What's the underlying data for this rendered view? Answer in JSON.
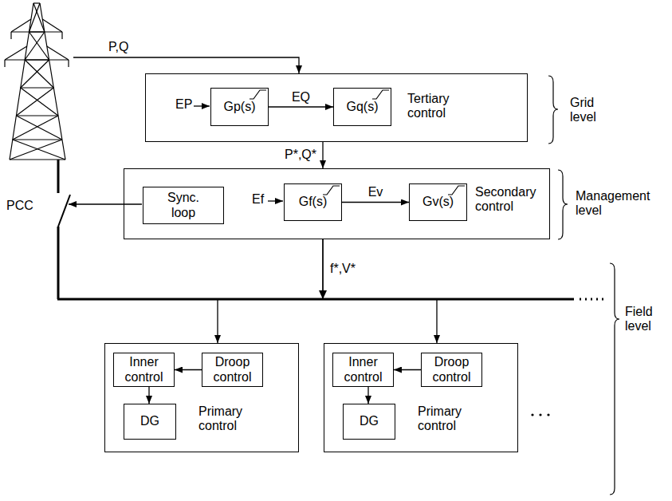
{
  "diagram": {
    "nodes": [
      {
        "text": [
          "Tertiary control"
        ]
      },
      {
        "text": [
          "Gp(s)"
        ],
        "in": 0
      },
      {
        "text": [
          "Gq(s)"
        ],
        "in": 0
      },
      {
        "text": [
          "Secondary control"
        ]
      },
      {
        "text": [
          "Sync. loop"
        ],
        "in": 3
      },
      {
        "text": [
          "Gf(s)"
        ],
        "in": 3
      },
      {
        "text": [
          "Gv(s)"
        ],
        "in": 3
      },
      {
        "text": [
          "Primary control"
        ]
      },
      {
        "text": [
          "Inner control"
        ],
        "in": 7
      },
      {
        "text": [
          "Droop control"
        ],
        "in": 7
      },
      {
        "text": [
          "DG"
        ],
        "in": 7
      },
      {
        "text": [
          "Primary control"
        ]
      },
      {
        "text": [
          "Inner control"
        ],
        "in": 11
      },
      {
        "text": [
          "Droop control"
        ],
        "in": 11
      },
      {
        "text": [
          "DG"
        ],
        "in": 11
      }
    ],
    "edges": [
      {
        "from": 1,
        "to": 2,
        "label": "EQ",
        "arrow": "to"
      },
      {
        "from": 5,
        "to": 6,
        "label": "Ev",
        "arrow": "to"
      },
      {
        "from": 0,
        "to": 3,
        "label": "P*,Q*",
        "arrow": "to"
      },
      {
        "from": 3,
        "to": 7,
        "arrow": "to"
      },
      {
        "from": 3,
        "to": 11,
        "arrow": "to"
      },
      {
        "from": 9,
        "to": 8,
        "arrow": "to"
      },
      {
        "from": 8,
        "to": 10,
        "arrow": "to"
      },
      {
        "from": 13,
        "to": 12,
        "arrow": "to"
      },
      {
        "from": 12,
        "to": 14,
        "arrow": "to"
      }
    ],
    "labels": [
      "P,Q",
      "EP",
      "PCC",
      "Ef",
      "f*,V*",
      "Grid level",
      "Management level",
      "Field level"
    ]
  }
}
